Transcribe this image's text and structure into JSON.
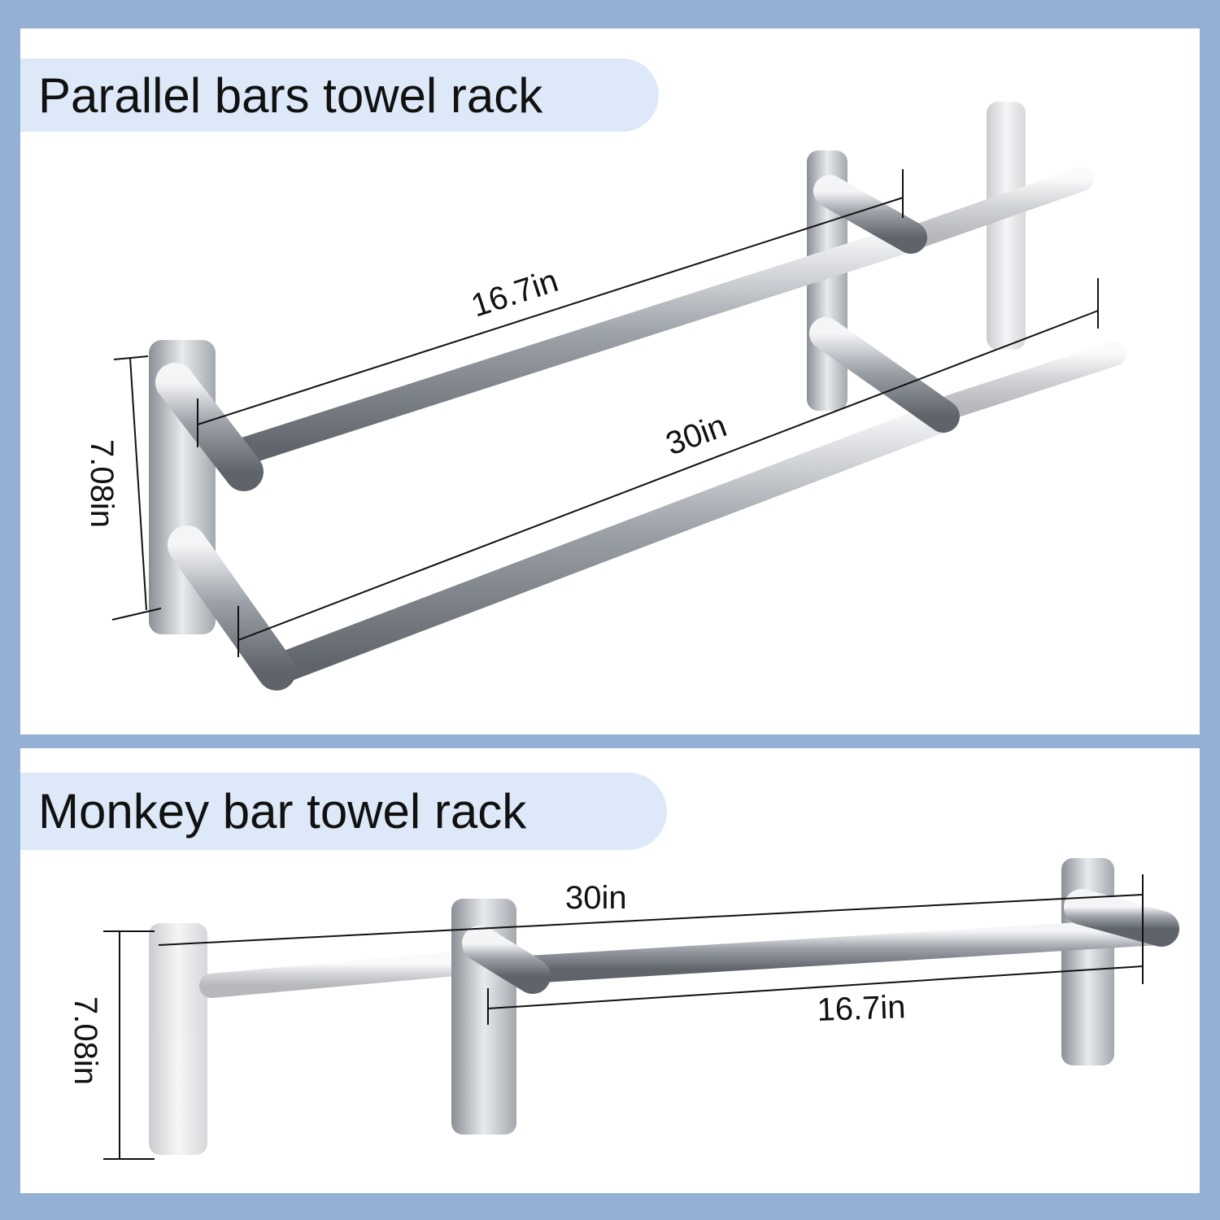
{
  "sections": [
    {
      "title": "Parallel bars towel rack",
      "dims": {
        "upper_bar": "16.7in",
        "lower_bar": "30in",
        "height": "7.08in"
      }
    },
    {
      "title": "Monkey bar towel rack",
      "dims": {
        "length": "30in",
        "bar": "16.7in",
        "height": "7.08in"
      }
    }
  ],
  "colors": {
    "background": "#94b0d4",
    "title_pill": "#dde9f8",
    "metal": "#b8bcc2"
  }
}
